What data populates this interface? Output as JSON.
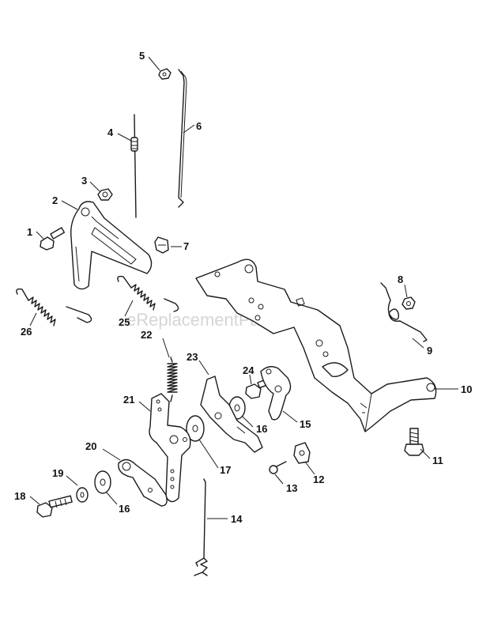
{
  "watermark": "eReplacementParts.com",
  "callouts": {
    "c1": "1",
    "c2": "2",
    "c3": "3",
    "c4": "4",
    "c5": "5",
    "c6": "6",
    "c7": "7",
    "c8": "8",
    "c9": "9",
    "c10": "10",
    "c11": "11",
    "c12": "12",
    "c13": "13",
    "c14": "14",
    "c15": "15",
    "c16a": "16",
    "c16b": "16",
    "c17": "17",
    "c18": "18",
    "c19": "19",
    "c20": "20",
    "c21": "21",
    "c22": "22",
    "c23": "23",
    "c24": "24",
    "c25": "25",
    "c26": "26"
  }
}
